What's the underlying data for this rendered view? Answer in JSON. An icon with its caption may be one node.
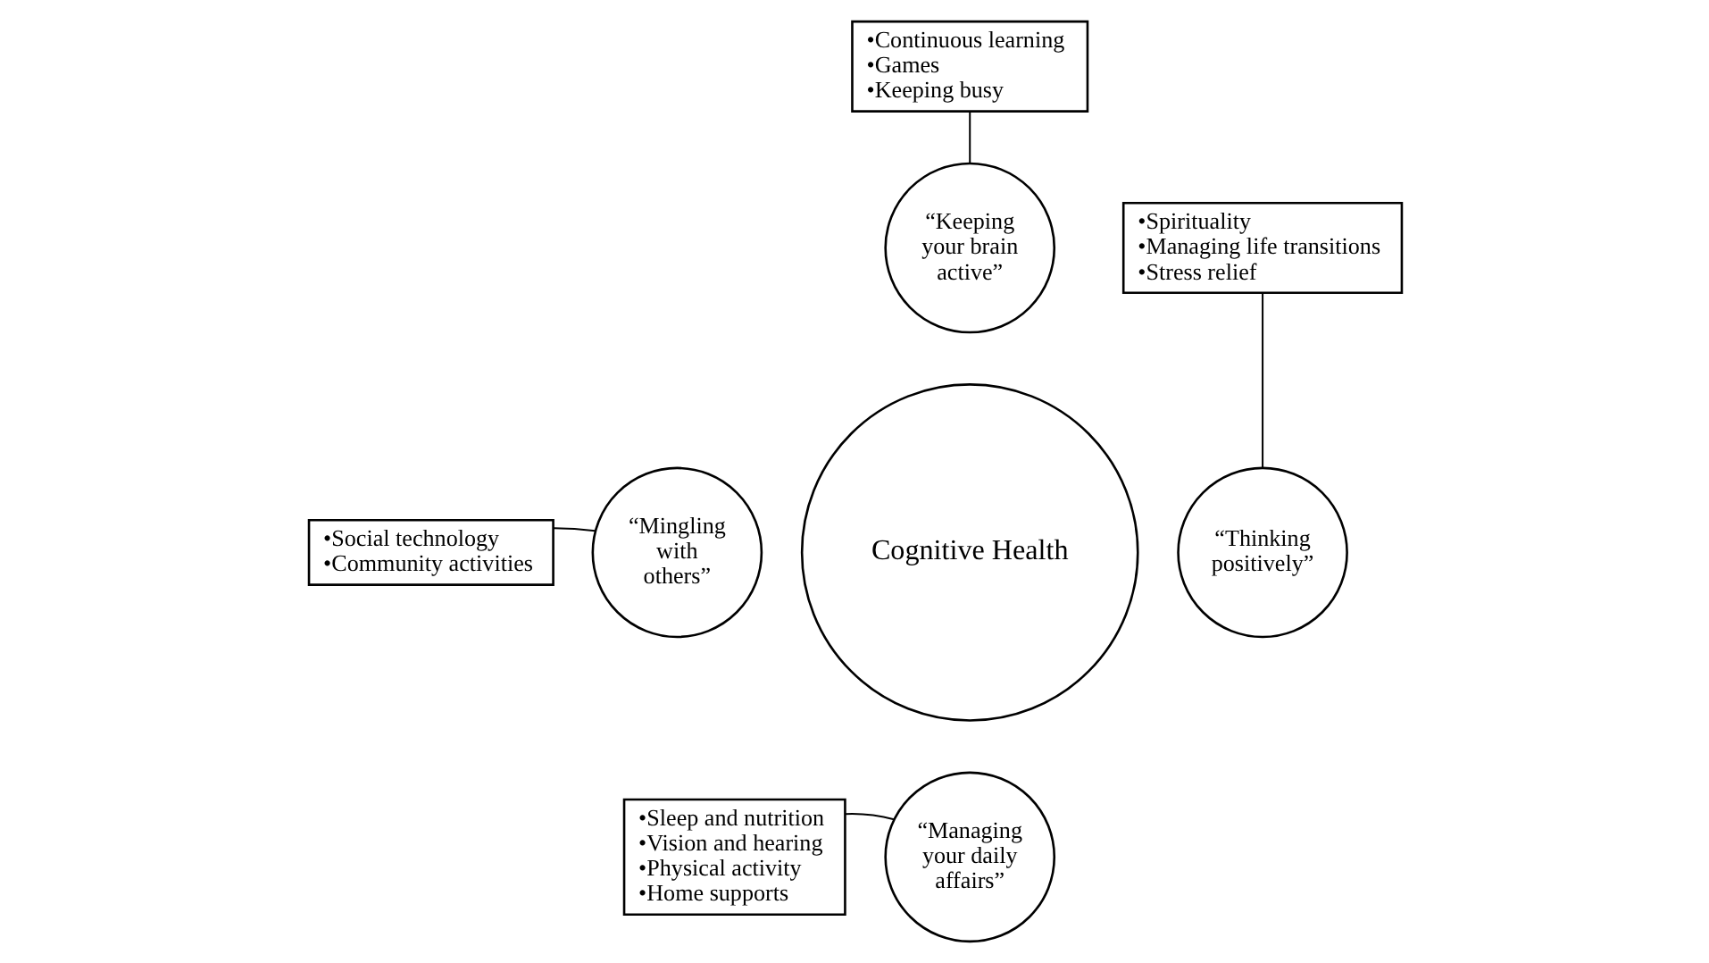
{
  "diagram": {
    "nodes": [
      {
        "text": [
          "Cognitive Health"
        ]
      },
      {
        "text": [
          "“Keeping your brain active”"
        ]
      },
      {
        "text": [
          "“Thinking positively”"
        ]
      },
      {
        "text": [
          "“Managing your daily affairs”"
        ]
      },
      {
        "text": [
          "“Mingling with others”"
        ]
      },
      {
        "text": [
          "•Continuous learning",
          "•Games",
          "•Keeping busy"
        ]
      },
      {
        "text": [
          "•Spirituality",
          "•Managing life transitions",
          "•Stress relief"
        ]
      },
      {
        "text": [
          "•Sleep and nutrition",
          "•Vision and hearing",
          "•Physical activity",
          "•Home supports"
        ]
      },
      {
        "text": [
          "•Social technology",
          "•Community activities"
        ]
      }
    ],
    "edges": [
      {
        "from": 5,
        "to": 1,
        "arrow": "none"
      },
      {
        "from": 6,
        "to": 2,
        "arrow": "none"
      },
      {
        "from": 7,
        "to": 3,
        "arrow": "none"
      },
      {
        "from": 8,
        "to": 4,
        "arrow": "none"
      }
    ]
  }
}
